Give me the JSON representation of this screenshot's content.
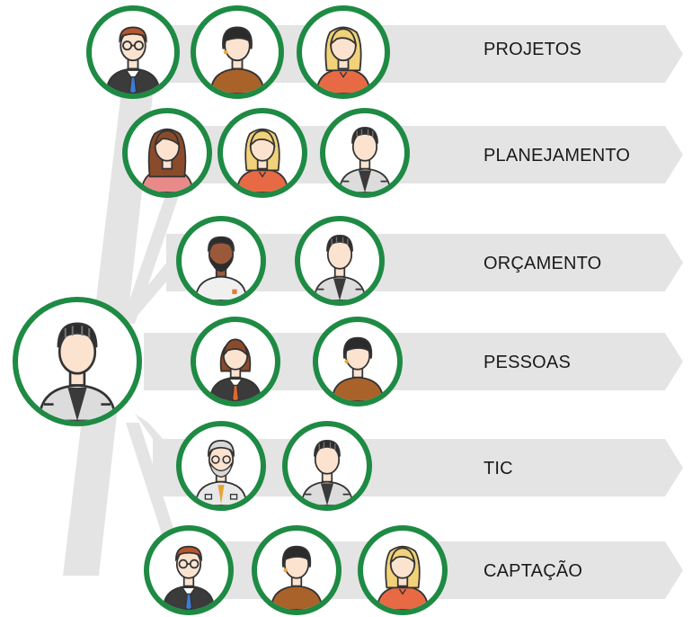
{
  "leader": {
    "avatar": "man-suit-icon"
  },
  "departments": [
    {
      "label": "PROJETOS",
      "members": [
        "man-glasses-tie-icon",
        "woman-dark-hair-icon",
        "woman-blonde-icon"
      ]
    },
    {
      "label": "PLANEJAMENTO",
      "members": [
        "woman-long-brown-hair-icon",
        "woman-blonde-icon",
        "man-suit-icon"
      ]
    },
    {
      "label": "ORÇAMENTO",
      "members": [
        "man-beard-icon",
        "man-suit-icon"
      ]
    },
    {
      "label": "PESSOAS",
      "members": [
        "woman-tie-icon",
        "woman-dark-hair-icon"
      ]
    },
    {
      "label": "TIC",
      "members": [
        "man-gray-hair-icon",
        "man-suit-icon"
      ]
    },
    {
      "label": "CAPTAÇÃO",
      "members": [
        "man-glasses-tie-icon",
        "woman-dark-hair-icon",
        "woman-blonde-icon"
      ]
    }
  ],
  "colors": {
    "ring": "#1e8a44",
    "branch": "#e2e2e2",
    "skin": "#fbe3d0",
    "outline": "#333333"
  }
}
